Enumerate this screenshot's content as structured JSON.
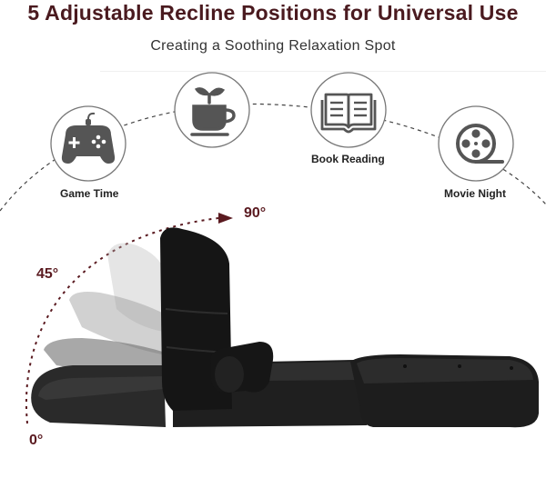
{
  "header": {
    "title": "5 Adjustable Recline Positions for Universal Use",
    "subtitle": "Creating a Soothing Relaxation Spot"
  },
  "activities": [
    {
      "label": "Game Time",
      "icon": "gamepad-icon"
    },
    {
      "label": "",
      "icon": "tea-cup-icon"
    },
    {
      "label": "Book Reading",
      "icon": "book-icon"
    },
    {
      "label": "Movie Night",
      "icon": "film-reel-icon"
    }
  ],
  "angles": {
    "top": "90°",
    "middle": "45°",
    "bottom": "0°"
  },
  "colors": {
    "headline": "#4a1a1f",
    "angle_text": "#5a1a20",
    "arrow": "#5a1a20",
    "sofa": "#1b1b1b"
  }
}
